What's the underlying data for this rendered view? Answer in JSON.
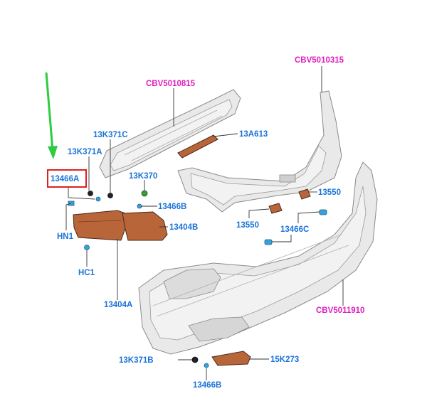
{
  "colors": {
    "part_number": "#1a73d9",
    "assembly_number": "#e020c0",
    "callout_box": "#e02020",
    "arrow": "#2ecc40"
  },
  "labels": {
    "cbv5010315": "CBV5010315",
    "cbv5010815": "CBV5010815",
    "cbv5011910": "CBV5011910",
    "p13k371c": "13K371C",
    "p13a613": "13A613",
    "p13k371a": "13K371A",
    "p13466a": "13466A",
    "p13k370": "13K370",
    "p13466b_top": "13466B",
    "p13550_right": "13550",
    "p13404b": "13404B",
    "p13550_left": "13550",
    "p13466c": "13466C",
    "hn1": "HN1",
    "hc1": "HC1",
    "p13404a": "13404A",
    "p13k371b": "13K371B",
    "p15k273": "15K273",
    "p13466b_bottom": "13466B"
  }
}
